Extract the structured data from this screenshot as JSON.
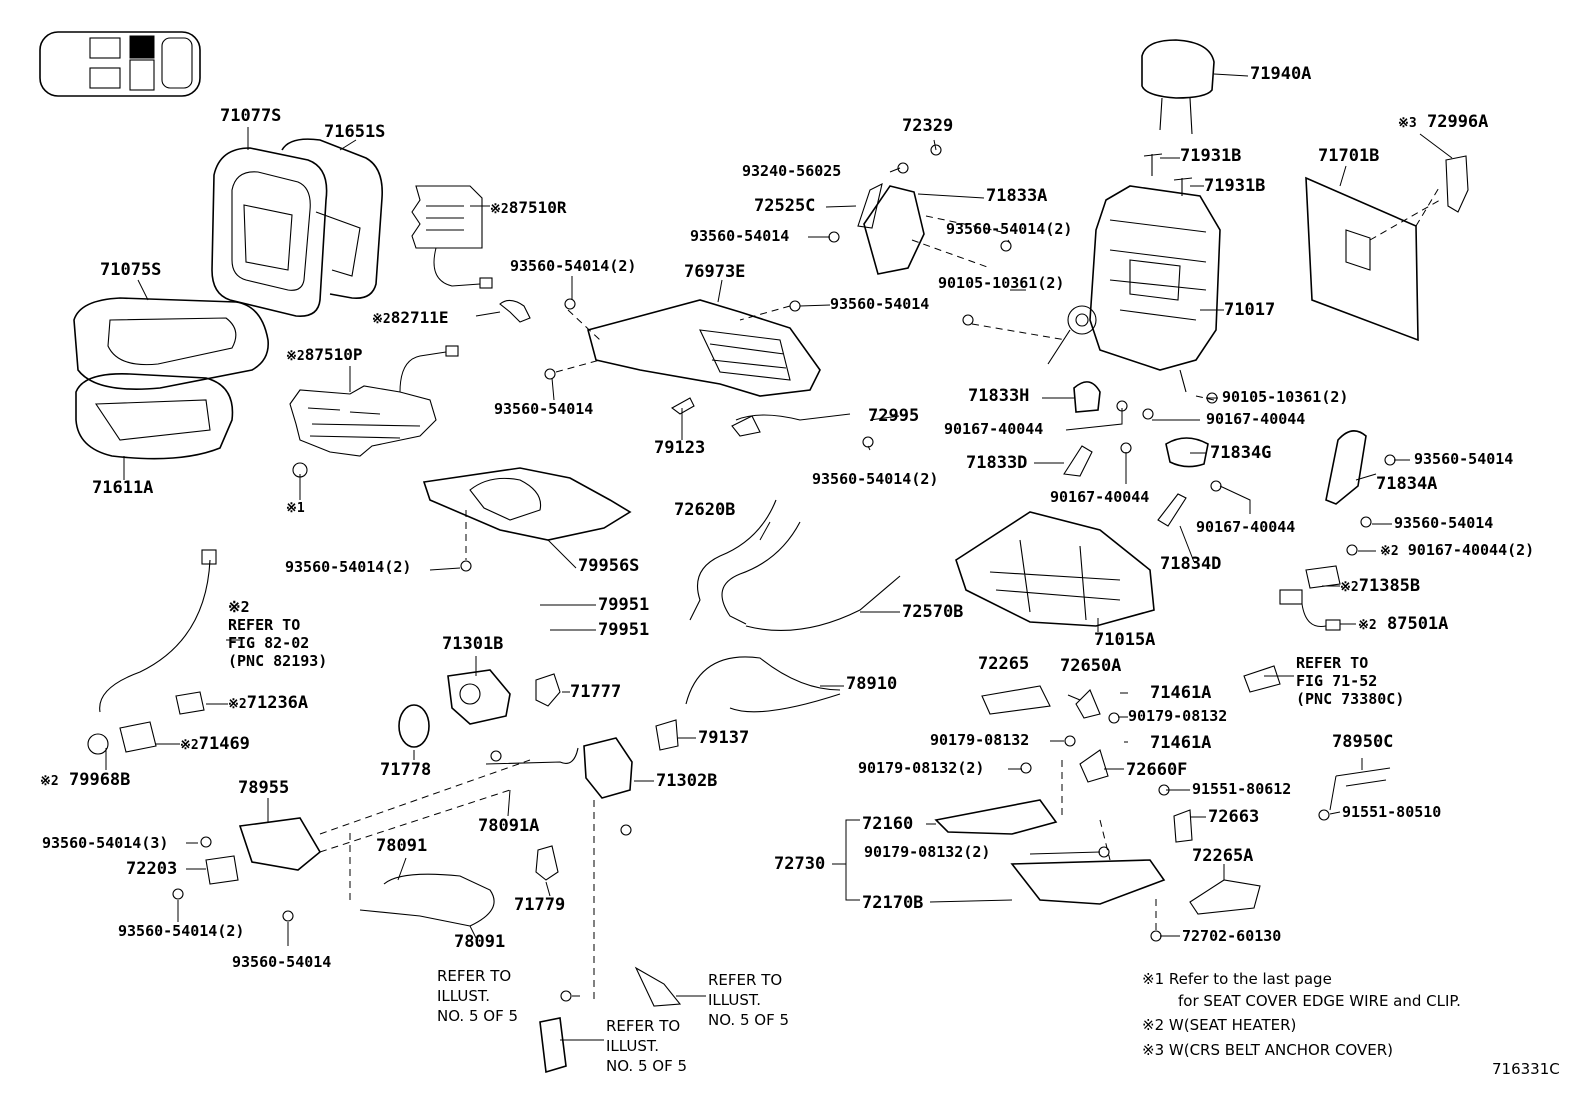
{
  "labels": {
    "p71077S": "71077S",
    "p71651S": "71651S",
    "p71075S": "71075S",
    "p71611A": "71611A",
    "p87510R": "87510R",
    "p82711E": "82711E",
    "p87510P": "87510P",
    "m_x1": "※1",
    "p93560_54014_2a": "93560-54014(2)",
    "p93560_54014a": "93560-54014",
    "p93560_54014b": "93560-54014",
    "p76973E": "76973E",
    "p79123": "79123",
    "p79956S": "79956S",
    "p93560_54014_2b": "93560-54014(2)",
    "p72329": "72329",
    "p93240_56025": "93240-56025",
    "p72525C": "72525C",
    "p71833A": "71833A",
    "p93560_54014c": "93560-54014",
    "p93560_54014_2c": "93560-54014(2)",
    "p90105_10361_2a": "90105-10361(2)",
    "p72995": "72995",
    "p93560_54014_2d": "93560-54014(2)",
    "p71940A": "71940A",
    "p71931Ba": "71931B",
    "p71931Bb": "71931B",
    "p71017": "71017",
    "p72996A": "72996A",
    "p71701B": "71701B",
    "p71833H": "71833H",
    "p90167_40044a": "90167-40044",
    "p90105_10361_2b": "90105-10361(2)",
    "p90167_40044b": "90167-40044",
    "p71833D": "71833D",
    "p71834G": "71834G",
    "p90167_40044c": "90167-40044",
    "p90167_40044d": "90167-40044",
    "p71834D": "71834D",
    "p71015A": "71015A",
    "p71834A": "71834A",
    "p93560_54014d": "93560-54014",
    "p93560_54014e": "93560-54014",
    "p90167_40044_2": "90167-40044(2)",
    "p71385B": "71385B",
    "p87501A": "87501A",
    "p72620B": "72620B",
    "p72570B": "72570B",
    "p79951a": "79951",
    "p79951b": "79951",
    "p71301B": "71301B",
    "p71777": "71777",
    "p71778": "71778",
    "p78910": "78910",
    "p79137": "79137",
    "p71302B": "71302B",
    "p78091A": "78091A",
    "p78091a": "78091",
    "p78091b": "78091",
    "p71779": "71779",
    "p71236A": "71236A",
    "p71469": "71469",
    "p79968B": "79968B",
    "p78955": "78955",
    "p93560_54014_3": "93560-54014(3)",
    "p72203": "72203",
    "p93560_54014_2e": "93560-54014(2)",
    "p93560_54014f": "93560-54014",
    "p72265": "72265",
    "p72650A": "72650A",
    "p71461Aa": "71461A",
    "p71461Ab": "71461A",
    "p90179_08132a": "90179-08132",
    "p90179_08132b": "90179-08132",
    "p90179_08132_2a": "90179-08132(2)",
    "p72660F": "72660F",
    "p72160": "72160",
    "p90179_08132_2b": "90179-08132(2)",
    "p72730": "72730",
    "p72170B": "72170B",
    "p78950C": "78950C",
    "p91551_80612": "91551-80612",
    "p91551_80510": "91551-80510",
    "p72663": "72663",
    "p72265A": "72265A",
    "p72702_60130": "72702-60130",
    "mk2": "※2",
    "mk3": "※3"
  },
  "refs": {
    "fig8202": [
      "※2",
      "REFER TO",
      "FIG 82-02",
      "(PNC 82193)"
    ],
    "fig7152": [
      "REFER TO",
      "FIG 71-52",
      "(PNC 73380C)"
    ],
    "illust_a": [
      "REFER TO",
      "ILLUST.",
      "NO. 5 OF 5"
    ],
    "illust_b": [
      "REFER TO",
      "ILLUST.",
      "NO. 5 OF 5"
    ],
    "illust_c": [
      "REFER TO",
      "ILLUST.",
      "NO. 5 OF 5"
    ]
  },
  "notes": {
    "n1a": "※1 Refer to the last page",
    "n1b": "for SEAT COVER EDGE WIRE and CLIP.",
    "n2": "※2 W(SEAT HEATER)",
    "n3": "※3 W(CRS BELT ANCHOR COVER)"
  },
  "illustration_id": "716331C"
}
